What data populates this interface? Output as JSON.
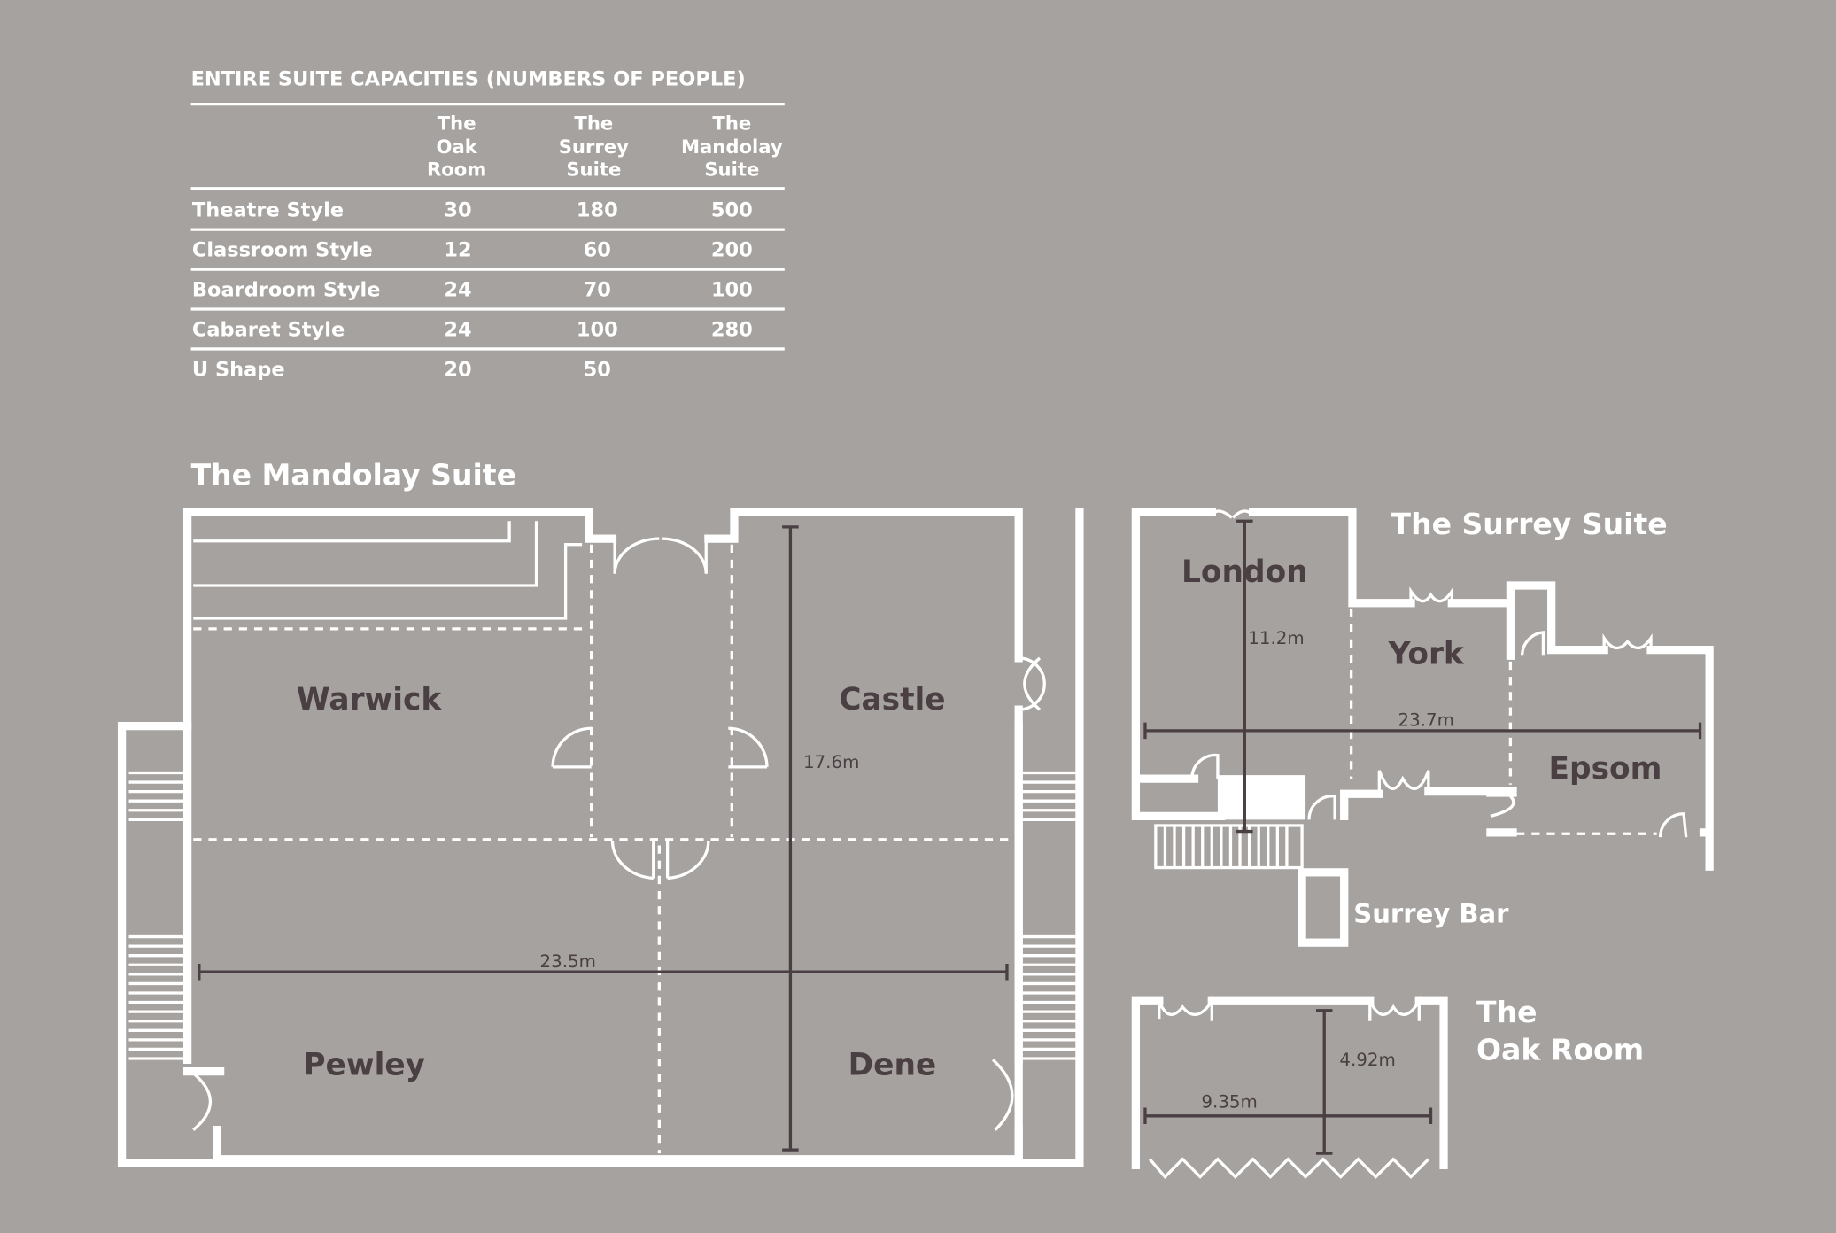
{
  "table": {
    "title": "ENTIRE SUITE CAPACITIES (NUMBERS OF PEOPLE)",
    "columns": [
      [
        "The",
        "Oak",
        "Room"
      ],
      [
        "The",
        "Surrey",
        "Suite"
      ],
      [
        "The",
        "Mandolay",
        "Suite"
      ]
    ],
    "rows": [
      {
        "label": "Theatre Style",
        "values": [
          "30",
          "180",
          "500"
        ]
      },
      {
        "label": "Classroom Style",
        "values": [
          "12",
          "60",
          "200"
        ]
      },
      {
        "label": "Boardroom Style",
        "values": [
          "24",
          "70",
          "100"
        ]
      },
      {
        "label": "Cabaret Style",
        "values": [
          "24",
          "100",
          "280"
        ]
      },
      {
        "label": "U Shape",
        "values": [
          "20",
          "50",
          ""
        ]
      }
    ]
  },
  "mandolay": {
    "title": "The Mandolay Suite",
    "rooms": [
      "Warwick",
      "Castle",
      "Pewley",
      "Dene"
    ],
    "dims": {
      "width": "23.5m",
      "length": "17.6m"
    }
  },
  "surrey": {
    "title": "The Surrey Suite",
    "rooms": [
      "London",
      "York",
      "Epsom"
    ],
    "bar": "Surrey Bar",
    "dims": {
      "width": "23.7m",
      "length": "11.2m"
    }
  },
  "oak": {
    "title_line1": "The",
    "title_line2": "Oak Room",
    "dims": {
      "width": "9.35m",
      "length": "4.92m"
    }
  }
}
